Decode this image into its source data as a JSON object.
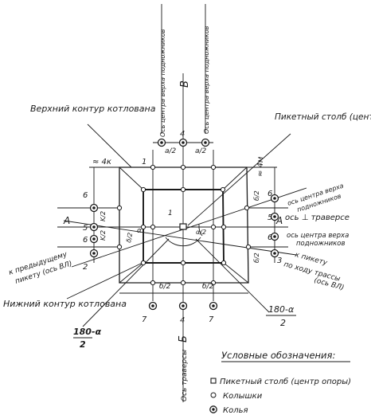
{
  "labels": {
    "axis_b_top": "В",
    "axis_b_bottom": "Б",
    "axis_a_left": "А",
    "axis_a_right": "А",
    "axis_traverse_top_left": "Ось центра верха подножников",
    "axis_traverse_top_right": "Ось центра верха подножников",
    "axis_traverse_bottom": "Ось траверсы",
    "upper_contour": "Верхний контур котлована",
    "lower_contour": "Нижний контур котлована",
    "picket_post": "Пикетный столб (центр опоры)",
    "diag_top_right_1": "ось центра верха",
    "diag_top_right_2": "подножников",
    "axis_traverse_right": "ось ⊥ траверсе",
    "horiz_right_1": "ось центра верха",
    "horiz_right_2": "подножников",
    "to_next_picket_1": "к пикету",
    "to_next_picket_2": "по ходу трассы",
    "to_next_picket_3": "(ось ВЛ)",
    "to_prev_picket_1": "к предыдущему",
    "to_prev_picket_2": "пикету (ось ВЛ)"
  },
  "dimensions": {
    "a_half_left": "a/2",
    "a_half_right": "a/2",
    "b_half_left": "б/2",
    "b_half_right": "б/2",
    "k_half_top": "K/2",
    "k_half_bottom": "K/2",
    "b_half_right_top": "б/2",
    "b_half_right_bottom": "б/2",
    "four_k_left": "≈ 4к",
    "four_m_right": "≈ 4м",
    "delta_half": "δ/2",
    "delta_label": "δ/2",
    "angle_bottom_left_num": "180-α",
    "angle_bottom_left_den": "2",
    "angle_bottom_right_num": "180-α",
    "angle_bottom_right_den": "2",
    "angle_alpha": "α",
    "angle_center_1": "1",
    "angle_center_2": "α/2"
  },
  "stake_numbers": {
    "n1": "1",
    "n2": "2",
    "n3": "3",
    "n4_top": "4",
    "n4_bottom": "4",
    "n5_left": "5",
    "n5_right": "5",
    "n6_tl": "6",
    "n6_bl": "6",
    "n6_tr": "6",
    "n6_br": "6",
    "n7_left": "7",
    "n7_right": "7"
  },
  "legend": {
    "title": "Условные обозначения:",
    "item_post": "Пикетный столб (центр опоры)",
    "item_peg": "Колышки",
    "item_stake": "Колья"
  }
}
